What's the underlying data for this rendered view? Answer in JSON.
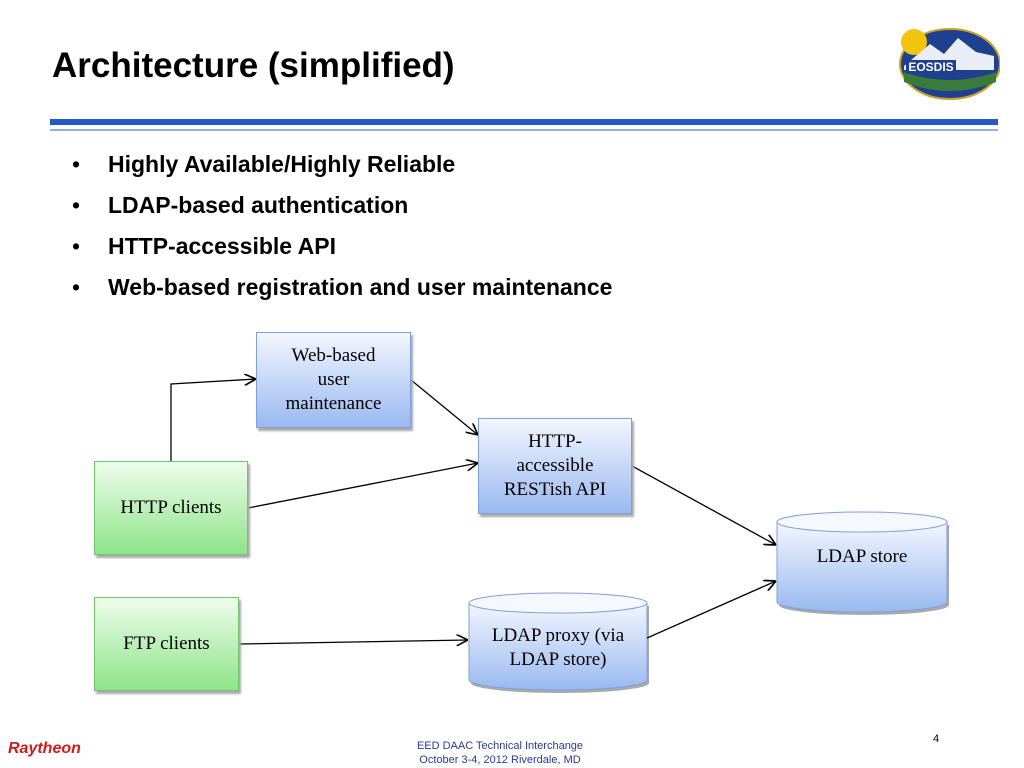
{
  "slide": {
    "title": "Architecture (simplified)",
    "bullets": [
      "Highly Available/Highly Reliable",
      "LDAP-based authentication",
      "HTTP-accessible API",
      "Web-based registration and user maintenance"
    ],
    "bullet_symbol": "•"
  },
  "logo": {
    "text": "EOSDIS"
  },
  "diagram": {
    "nodes": {
      "web_user_maintenance": [
        "Web-based",
        "user",
        "maintenance"
      ],
      "http_api": [
        "HTTP-",
        "accessible",
        "RESTish API"
      ],
      "http_clients": [
        "HTTP clients"
      ],
      "ftp_clients": [
        "FTP clients"
      ],
      "ldap_store": [
        "LDAP store"
      ],
      "ldap_proxy": [
        "LDAP proxy (via",
        "LDAP store)"
      ]
    }
  },
  "footer": {
    "company": "Raytheon",
    "event_line1": "EED DAAC Technical Interchange",
    "event_line2": "October 3-4, 2012 Riverdale, MD",
    "page_number": "4"
  },
  "colors": {
    "title_rule": "#2557c8",
    "blue_node": "#9ab9f0",
    "green_node": "#8ee489",
    "brand_red": "#d11a1a",
    "footer_text": "#2a3a9a"
  }
}
